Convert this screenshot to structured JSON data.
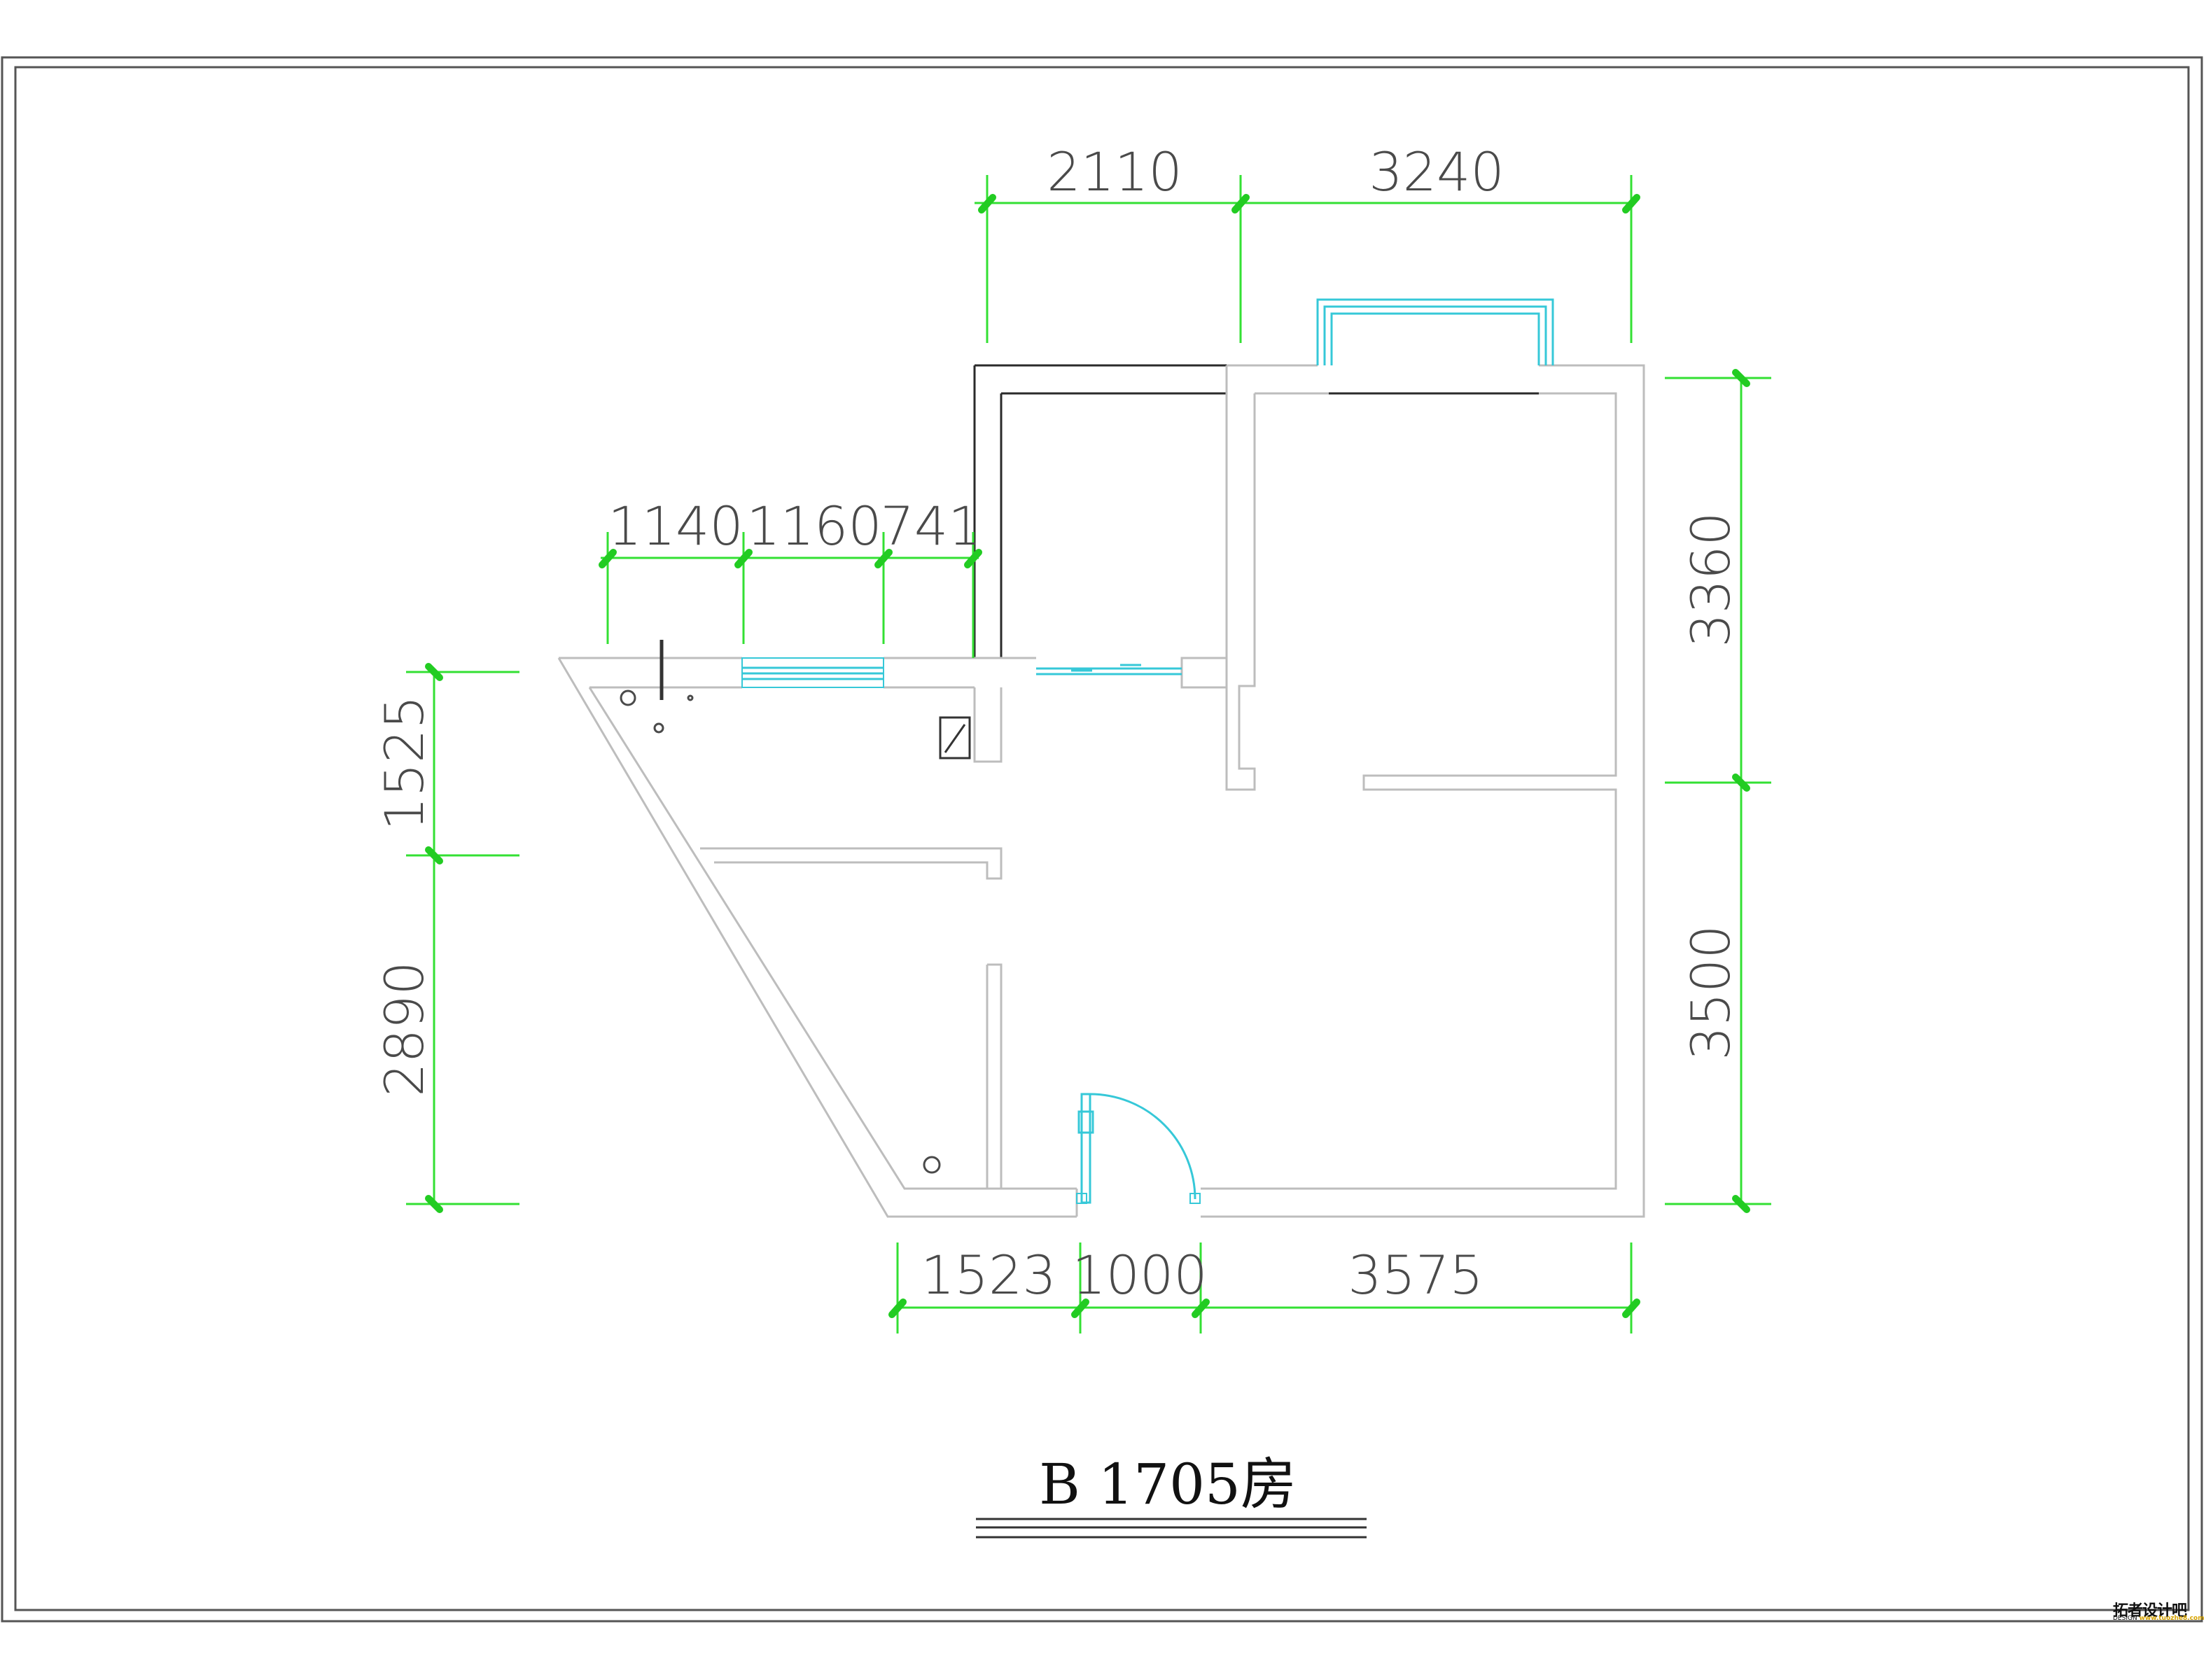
{
  "drawing": {
    "title": "B 1705房",
    "dimensions": {
      "top": [
        "2110",
        "3240"
      ],
      "middle": [
        "1140",
        "1160",
        "741"
      ],
      "bottom": [
        "1523",
        "1000",
        "3575"
      ],
      "left": [
        "1525",
        "2890"
      ],
      "right": [
        "3360",
        "3500"
      ]
    }
  },
  "watermark": {
    "logo_text": "拓者设计吧",
    "logo_prefix": "DESIGN",
    "logo_url": "www.tuozhe8.com"
  },
  "colors": {
    "dimension_lines": "#33e033",
    "window_and_door": "#36c8d8",
    "walls": "#bdbdbd"
  }
}
